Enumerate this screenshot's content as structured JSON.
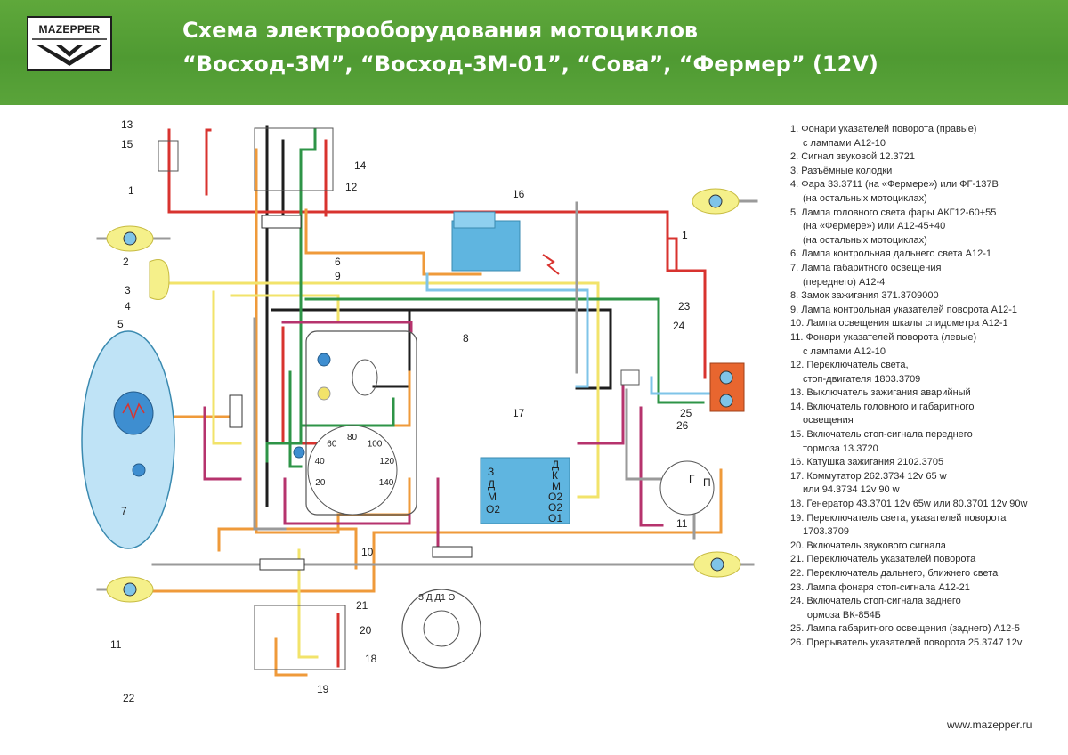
{
  "header": {
    "logo_text": "MAZEPPER",
    "title_line1": "Схема электрооборудования мотоциклов",
    "title_line2": "“Восход-3М”, “Восход-3М-01”, “Сова”, “Фермер” (12V)",
    "colors": {
      "header_bg": "#55a136",
      "title": "#ffffff"
    }
  },
  "diagram": {
    "callouts": [
      "1",
      "1",
      "2",
      "3",
      "4",
      "5",
      "6",
      "7",
      "8",
      "9",
      "10",
      "11",
      "11",
      "12",
      "13",
      "14",
      "15",
      "16",
      "17",
      "18",
      "19",
      "20",
      "21",
      "22",
      "23",
      "24",
      "25",
      "26"
    ],
    "commutator": {
      "left_labels": [
        "З",
        "Д",
        "М",
        "О2"
      ],
      "right_labels": [
        "Д",
        "К",
        "М",
        "О2",
        "О2",
        "О1"
      ]
    },
    "generator_label": "З Д Д1 О",
    "speedometer_ticks": [
      "20",
      "40",
      "60",
      "80",
      "100",
      "120",
      "140"
    ],
    "switch_labels": [
      "Г",
      "П"
    ],
    "wire_colors": {
      "red": "#d8332f",
      "orange": "#ef9a3a",
      "yellow": "#f2e36a",
      "green": "#2e9447",
      "lightblue": "#7fc4e8",
      "black": "#1e1e1e",
      "violet": "#b6336d",
      "grey": "#9a9a9a"
    }
  },
  "legend": {
    "items": [
      {
        "text": "1. Фонари указателей поворота (правые)",
        "sub": "с лампами А12-10"
      },
      {
        "text": "2. Сигнал звуковой 12.3721"
      },
      {
        "text": "3. Разъёмные колодки"
      },
      {
        "text": "4. Фара 33.3711 (на «Фермере») или ФГ-137В",
        "sub": "(на остальных мотоциклах)"
      },
      {
        "text": "5. Лампа головного света фары АКГ12-60+55",
        "sub": "(на «Фермере») или А12-45+40",
        "sub2": "(на остальных мотоциклах)"
      },
      {
        "text": "6. Лампа контрольная дальнего света А12-1"
      },
      {
        "text": "7. Лампа габаритного освещения",
        "sub": "(переднего) А12-4"
      },
      {
        "text": "8. Замок зажигания 371.3709000"
      },
      {
        "text": "9. Лампа контрольная указателей поворота А12-1"
      },
      {
        "text": "10. Лампа освещения шкалы спидометра А12-1"
      },
      {
        "text": "11. Фонари указателей поворота (левые)",
        "sub": "с лампами А12-10"
      },
      {
        "text": "12. Переключатель света,",
        "sub": "стоп-двигателя 1803.3709"
      },
      {
        "text": "13. Выключатель зажигания аварийный"
      },
      {
        "text": "14. Включатель головного и габаритного",
        "sub": "освещения"
      },
      {
        "text": "15. Включатель стоп-сигнала переднего",
        "sub": "тормоза 13.3720"
      },
      {
        "text": "16. Катушка зажигания 2102.3705"
      },
      {
        "text": "17. Коммутатор 262.3734 12v 65 w",
        "sub": "или 94.3734 12v 90 w"
      },
      {
        "text": "18. Генератор 43.3701 12v 65w или 80.3701 12v 90w"
      },
      {
        "text": "19. Переключатель света, указателей поворота",
        "sub": "1703.3709"
      },
      {
        "text": "20. Включатель звукового сигнала"
      },
      {
        "text": "21. Переключатель указателей поворота"
      },
      {
        "text": "22. Переключатель дальнего, ближнего света"
      },
      {
        "text": "23. Лампа фонаря стоп-сигнала А12-21"
      },
      {
        "text": "24. Включатель стоп-сигнала заднего",
        "sub": "тормоза ВК-854Б"
      },
      {
        "text": "25. Лампа габаритного освещения (заднего) А12-5"
      },
      {
        "text": "26. Прерыватель указателей поворота 25.3747 12v"
      }
    ]
  },
  "footer": {
    "website": "www.mazepper.ru"
  }
}
